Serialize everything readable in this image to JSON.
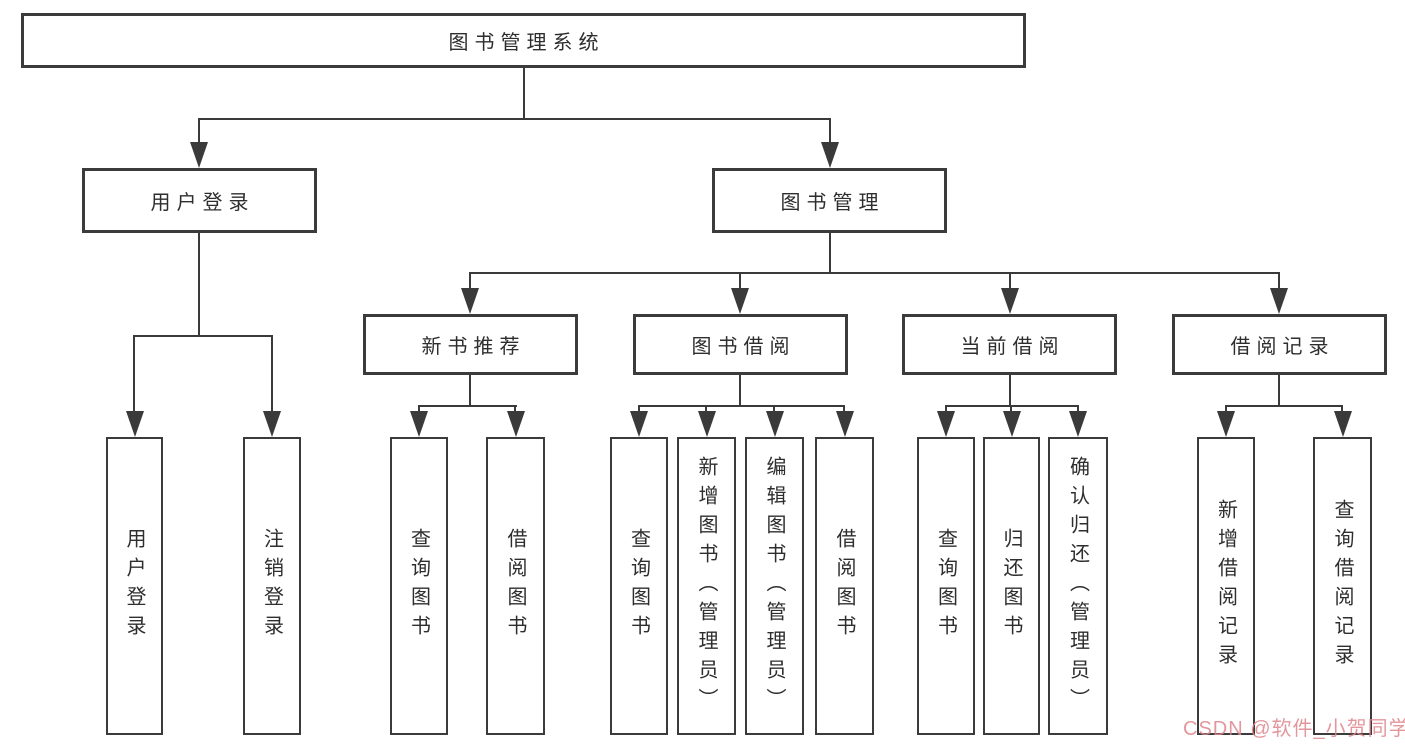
{
  "diagram": {
    "root": "图书管理系统",
    "level2": {
      "user_login": "用户登录",
      "book_mgmt": "图书管理"
    },
    "level3": [
      "新书推荐",
      "图书借阅",
      "当前借阅",
      "借阅记录"
    ],
    "leaves": {
      "user_login": [
        "用户登录",
        "注销登录"
      ],
      "new_book_rec": [
        "查询图书",
        "借阅图书"
      ],
      "book_borrow": [
        "查询图书",
        "新增图书（管理员）",
        "编辑图书（管理员）",
        "借阅图书"
      ],
      "current_borrow": [
        "查询图书",
        "归还图书",
        "确认归还（管理员）"
      ],
      "borrow_records": [
        "新增借阅记录",
        "查询借阅记录"
      ]
    },
    "colors": {
      "line": "#3a3a3a",
      "border": "#3b3b3b",
      "text": "#2e2e2e",
      "background": "#ffffff"
    }
  },
  "watermark": {
    "text": "CSDN @软件_小贺同学",
    "color": "#de858c"
  }
}
